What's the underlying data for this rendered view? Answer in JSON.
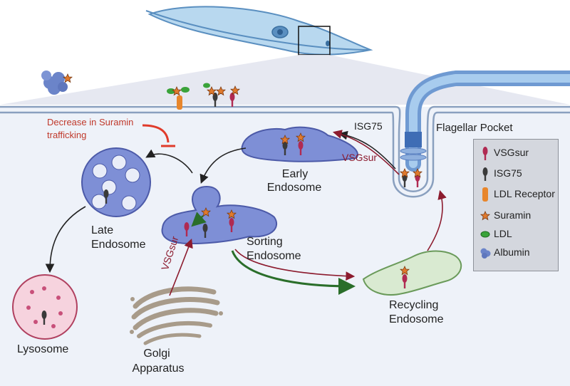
{
  "labels": {
    "decrease_line1": "Decrease in Suramin",
    "decrease_line2": "trafficking",
    "isg75": "ISG75",
    "vsgsur_red": "VSGsur",
    "flagellar_pocket": "Flagellar Pocket",
    "early_endosome_1": "Early",
    "early_endosome_2": "Endosome",
    "late_endosome_1": "Late",
    "late_endosome_2": "Endosome",
    "sorting_endosome_1": "Sorting",
    "sorting_endosome_2": "Endosome",
    "recycling_endosome_1": "Recycling",
    "recycling_endosome_2": "Endosome",
    "lysosome": "Lysosome",
    "golgi_1": "Golgi",
    "golgi_2": "Apparatus",
    "vsgsur_golgi": "VSGsur"
  },
  "legend": {
    "items": [
      {
        "label": "VSGsur",
        "icon": "vsgsur-icon",
        "color": "#b02a52"
      },
      {
        "label": "ISG75",
        "icon": "isg75-icon",
        "color": "#3a3a3a"
      },
      {
        "label": "LDL Receptor",
        "icon": "ldl-receptor-icon",
        "color": "#e8862c"
      },
      {
        "label": "Suramin",
        "icon": "suramin-icon",
        "color": "#e07a2e"
      },
      {
        "label": "LDL",
        "icon": "ldl-icon",
        "color": "#3aa33a"
      },
      {
        "label": "Albumin",
        "icon": "albumin-icon",
        "color": "#6b84c9"
      }
    ]
  },
  "colors": {
    "membrane": "#8aa0bf",
    "cell_fill": "#eef2f9",
    "endosome_fill": "#7e8fd6",
    "recycling_fill": "#d9ead1",
    "lysosome_fill": "#f6d3de",
    "inhibit_red": "#e03b2b",
    "arrow_dark_red": "#8c1b2e",
    "arrow_green": "#2a6e2a"
  }
}
